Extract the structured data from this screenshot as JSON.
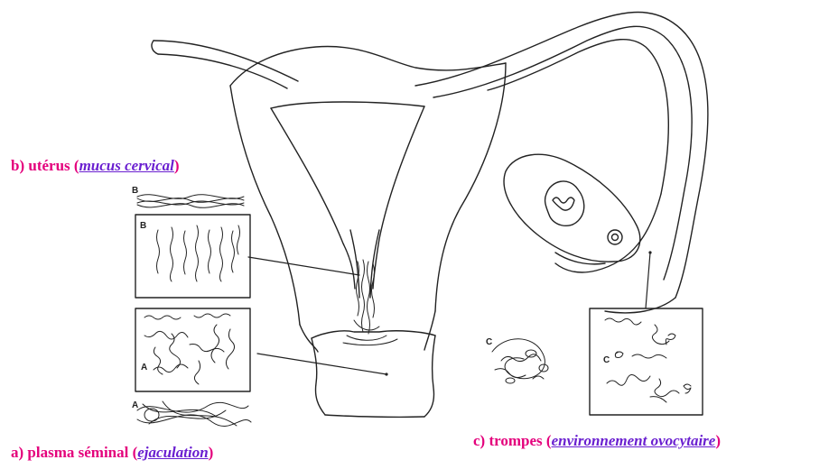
{
  "labels": {
    "b": {
      "main": "b) utérus",
      "sub": "mucus cervical"
    },
    "a": {
      "main": "a) plasma séminal",
      "sub": "ejaculation"
    },
    "c": {
      "main": "c) trompes",
      "sub": "environnement ovocytaire"
    }
  },
  "panel_letters": {
    "b_strip": "B",
    "b_box": "B",
    "a_box": "A",
    "a_strip": "A",
    "c_free": "C",
    "c_box": "C"
  },
  "colors": {
    "label_main": "#e4007c",
    "label_sub": "#6a1fd0",
    "ink": "#222222"
  }
}
